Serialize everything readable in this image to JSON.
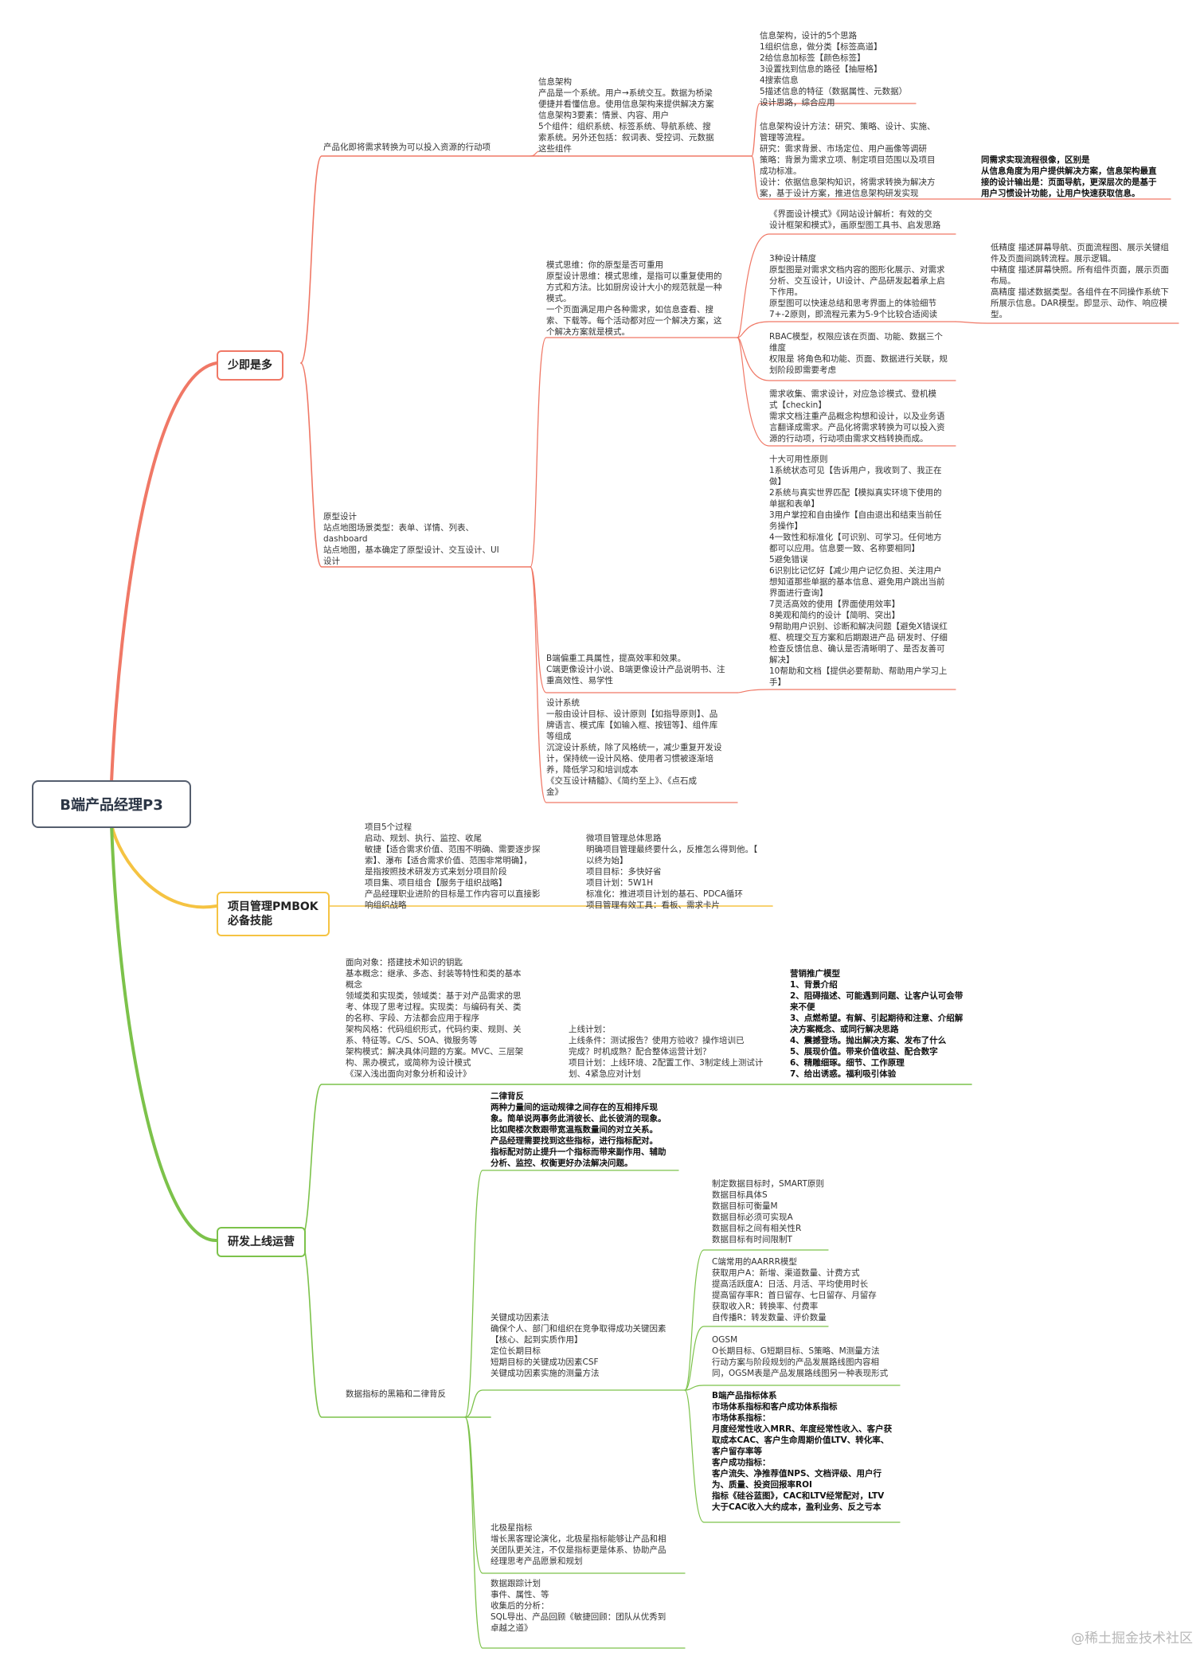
{
  "root": {
    "label": "B端产品经理P3"
  },
  "colors": {
    "red": "#f07866",
    "orange": "#f5c342",
    "green": "#7cc24a",
    "rootBorder": "#555e6e"
  },
  "branches": {
    "b1": {
      "label": "少即是多"
    },
    "b2": {
      "label": "项目管理PMBOK\n必备技能"
    },
    "b3": {
      "label": "研发上线运营"
    }
  },
  "n": {
    "a1": "产品化即将需求转换为可以投入资源的行动项",
    "a2": "信息架构\n产品是一个系统。用户→系统交互。数据为桥梁\n便捷并看懂信息。使用信息架构来提供解决方案\n信息架构3要素：情景、内容、用户\n5个组件：组织系统、标签系统、导航系统、搜\n索系统。另外还包括：叙词表、受控词、元数据\n这些组件",
    "a3": "信息架构，设计的5个思路\n1组织信息，做分类【标签高道】\n2给信息加标签【颜色标签】\n3设置找到信息的路径【抽屉格】\n4搜索信息\n5描述信息的特征（数据属性、元数据）\n设计思路，综合应用",
    "a4": "信息架构设计方法：研究、策略、设计、实施、\n管理等流程。\n研究：需求背景、市场定位、用户画像等调研\n策略：背景为需求立项、制定项目范围以及项目\n成功标准。\n设计：依据信息架构知识，将需求转换为解决方\n案，基于设计方案，推进信息架构研发实现",
    "a5": "同需求实现流程很像，区别是\n从信息角度为用户提供解决方案，信息架构最直\n接的设计输出是：页面导航，更深层次的是基于\n用户习惯设计功能，让用户快速获取信息。",
    "a6": "原型设计\n站点地图场景类型：表单、详情、列表、\ndashboard\n站点地图，基本确定了原型设计、交互设计、UI\n设计",
    "a7": "模式思维：你的原型是否可重用\n原型设计思维：模式思维，是指可以重复使用的\n方式和方法。比如厨房设计大小的规范就是一种\n模式。\n一个页面满足用户各种需求，如信息查看、搜\n索、下载等。每个活动都对应一个解决方案，这\n个解决方案就是模式。",
    "a8": "《界面设计模式》《网站设计解析：有效的交\n设计框架和模式》，画原型图工具书、启发思路",
    "a9": "3种设计精度\n原型图是对需求文档内容的图形化展示、对需求\n分析、交互设计，UI设计、产品研发起着承上启\n下作用。\n原型图可以快速总结和思考界面上的体验细节\n7+-2原则，即流程元素为5-9个比较合适阅读",
    "a10": "低精度 描述屏幕导航、页面流程图、展示关键组\n件及页面间跳转流程。展示逻辑。\n中精度 描述屏幕快照。所有组件页面，展示页面\n布局。\n高精度 描述数据类型。各组件在不同操作系统下\n所展示信息。DAR模型。即显示、动作、响应模\n型。",
    "a11": "RBAC模型，权限应该在页面、功能、数据三个\n维度\n权限是 将角色和功能、页面、数据进行关联，规\n划阶段即需要考虑",
    "a12": "需求收集、需求设计，对应急诊模式、登机模\n式【checkin】\n需求文档注重产品概念构想和设计，以及业务语\n言翻译成需求。产品化将需求转换为可以投入资\n源的行动项，行动项由需求文档转换而成。",
    "a13": "十大可用性原则\n1系统状态可见【告诉用户，我收到了、我正在\n做】\n2系统与真实世界匹配【模拟真实环境下使用的\n单据和表单】\n3用户掌控和自由操作【自由退出和结束当前任\n务操作】\n4一致性和标准化【可识别、可学习。任何地方\n都可以应用。信息要一致、名称要相同】\n5避免错误\n6识别比记忆好【减少用户记忆负担、关注用户\n想知道那些单据的基本信息、避免用户跳出当前\n界面进行查询】\n7灵活高效的使用【界面使用效率】\n8美观和简约的设计【简明、突出】\n9帮助用户识别、诊断和解决问题【避免X错误红\n框、梳理交互方案和后期跟进产品 研发时、仔细\n检查反馈信息、确认是否清晰明了、是否友善可\n解决】\n10帮助和文档【提供必要帮助、帮助用户学习上\n手】",
    "a14": "B端偏重工具属性，提高效率和效果。\nC端更像设计小说、B端更像设计产品说明书、注\n重高效性、易学性",
    "a15": "设计系统\n一般由设计目标、设计原则【如指导原则】、品\n牌语言、模式库【如输入框、按钮等】、组件库\n等组成\n沉淀设计系统，除了风格统一，减少重复开发设\n计，保持统一设计风格、使用者习惯被逐渐培\n养，降低学习和培训成本\n《交互设计精髓》、《简约至上》、《点石成\n金》",
    "b1": "项目5个过程\n启动、规划、执行、监控、收尾\n敏捷【适合需求价值、范围不明确、需要逐步探\n索】、瀑布【适合需求价值、范围非常明确】，\n是指按照技术研发方式来划分项目阶段\n项目集、项目组合【服务于组织战略】\n产品经理职业进阶的目标是工作内容可以直接影\n响组织战略",
    "b2": "微项目管理总体思路\n明确项目管理最终要什么，反推怎么得到他。【\n以终为始】\n项目目标：多快好省\n项目计划：5W1H\n标准化：推进项目计划的基石、PDCA循环\n项目管理有效工具：看板、需求卡片",
    "c1": "面向对象：搭建技术知识的钥匙\n基本概念：继承、多态、封装等特性和类的基本\n概念\n领域类和实现类，领域类：基于对产品需求的思\n考、体现了思考过程。实现类：与编码有关、类\n的名称、字段、方法都会应用于程序\n架构风格：代码组织形式，代码约束、规则、关\n系、特征等。C/S、SOA、微服务等\n架构模式：解决具体问题的方案。MVC、三层架\n构、黑办模式，或简称为设计模式\n《深入浅出面向对象分析和设计》",
    "c2": "上线计划：\n上线条件：测试报告？使用方验收？操作培训已\n完成？时机成熟？配合整体运营计划？\n项目计划：上线环境、2配置工作、3制定线上测试计\n划、4紧急应对计划",
    "c3": "营销推广模型\n1、背景介绍\n2、阻碍描述、可能遇到问题、让客户认可会带\n来不便\n3、点燃希望。有解、引起期待和注意、介绍解\n决方案概念、或同行解决思路\n4、震撼登场。抛出解决方案、发布了什么\n5、展现价值。带来价值收益、配合数字\n6、精雕细琢。细节、工作原理\n7、给出诱惑。福利吸引体验",
    "c4": "数据指标的黑箱和二律背反",
    "c5": "二律背反\n两种力量间的运动规律之间存在的互相排斥现\n象。简单说两事务此消彼长、此长彼消的现象。\n比如爬楼次数跟带宽温瓶数量间的对立关系。\n产品经理需要找到这些指标，进行指标配对。\n指标配对防止提升一个指标而带来副作用、辅助\n分析、监控、权衡更好办法解决问题。",
    "c6": "关键成功因素法\n确保个人、部门和组织在竞争取得成功关键因素\n【核心、起到实质作用】\n定位长期目标\n短期目标的关键成功因素CSF\n关键成功因素实施的测量方法",
    "c7": "制定数据目标时，SMART原则\n数据目标具体S\n数据目标可衡量M\n数据目标必须可实现A\n数据目标之间有相关性R\n数据目标有时间限制T",
    "c8": "C端常用的AARRR模型\n获取用户A：新增、渠道数量、计费方式\n提高活跃度A：日活、月活、平均使用时长\n提高留存率R：首日留存、七日留存、月留存\n获取收入R：转换率、付费率\n自传播R：转发数量、评价数量",
    "c9": "OGSM\nO长期目标、G短期目标、S策略、M测量方法\n行动方案与阶段规划的产品发展路线图内容相\n同，OGSM表是产品发展路线图另一种表现形式",
    "c10": "B端产品指标体系\n市场体系指标和客户成功体系指标\n市场体系指标：\n月度经常性收入MRR、年度经常性收入、客户获\n取成本CAC、客户生命周期价值LTV、转化率、\n客户留存率等\n客户成功指标：\n客户流失、净推荐值NPS、文档评级、用户行\n为、质量、投资回报率ROI\n指标《硅谷蓝图》，CAC和LTV经常配对，LTV\n大于CAC收入大约成本，盈利业务、反之亏本",
    "c11": "北极星指标\n增长黑客理论演化，北极星指标能够让产品和相\n关团队更关注，不仅是指标更是体系、协助产品\n经理思考产品愿景和规划",
    "c12": "数据跟踪计划\n事件、属性、等\n收集后的分析：\nSQL导出、产品回顾《敏捷回顾：团队从优秀到\n卓越之道》"
  },
  "watermark": "@稀土掘金技术社区"
}
